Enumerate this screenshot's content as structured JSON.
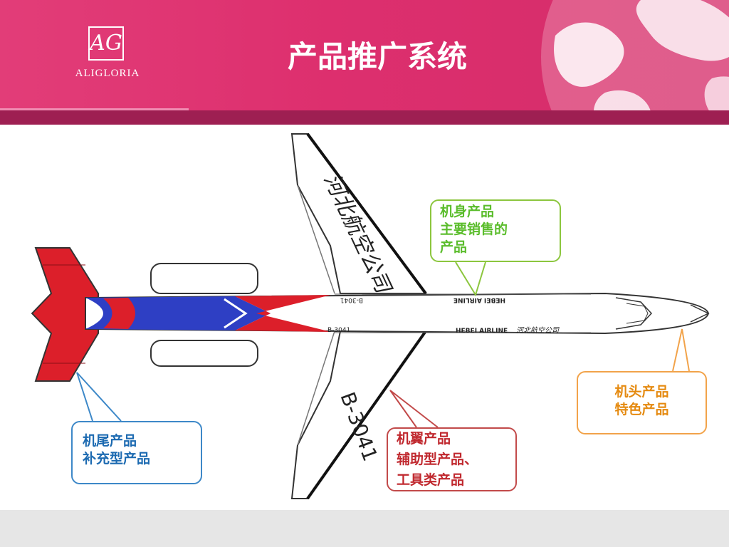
{
  "header": {
    "logo_mark": "AG",
    "logo_name": "ALIGLORIA",
    "title": "产品推广系统"
  },
  "plane": {
    "registration": "B-3041",
    "airline_en": "HEBEI AIRLINE",
    "airline_cn": "河北航空公司"
  },
  "callouts": {
    "body": {
      "line1": "机身产品",
      "line2": "主要销售的",
      "line3": "产品"
    },
    "nose": {
      "line1": "机头产品",
      "line2": "特色产品"
    },
    "tail": {
      "line1": "机尾产品",
      "line2": "补充型产品"
    },
    "wing": {
      "line1": "机翼产品",
      "line2": "辅助型产品、",
      "line3": "工具类产品"
    }
  },
  "colors": {
    "header": "#dd2f6e",
    "band": "#9e1f52",
    "tail_red": "#dc1f2a",
    "livery_blue": "#2e3fc4",
    "body_callout": "#8cc63e",
    "nose_callout": "#f2a34a",
    "tail_callout": "#3d88c8",
    "wing_callout": "#c24a4a"
  }
}
